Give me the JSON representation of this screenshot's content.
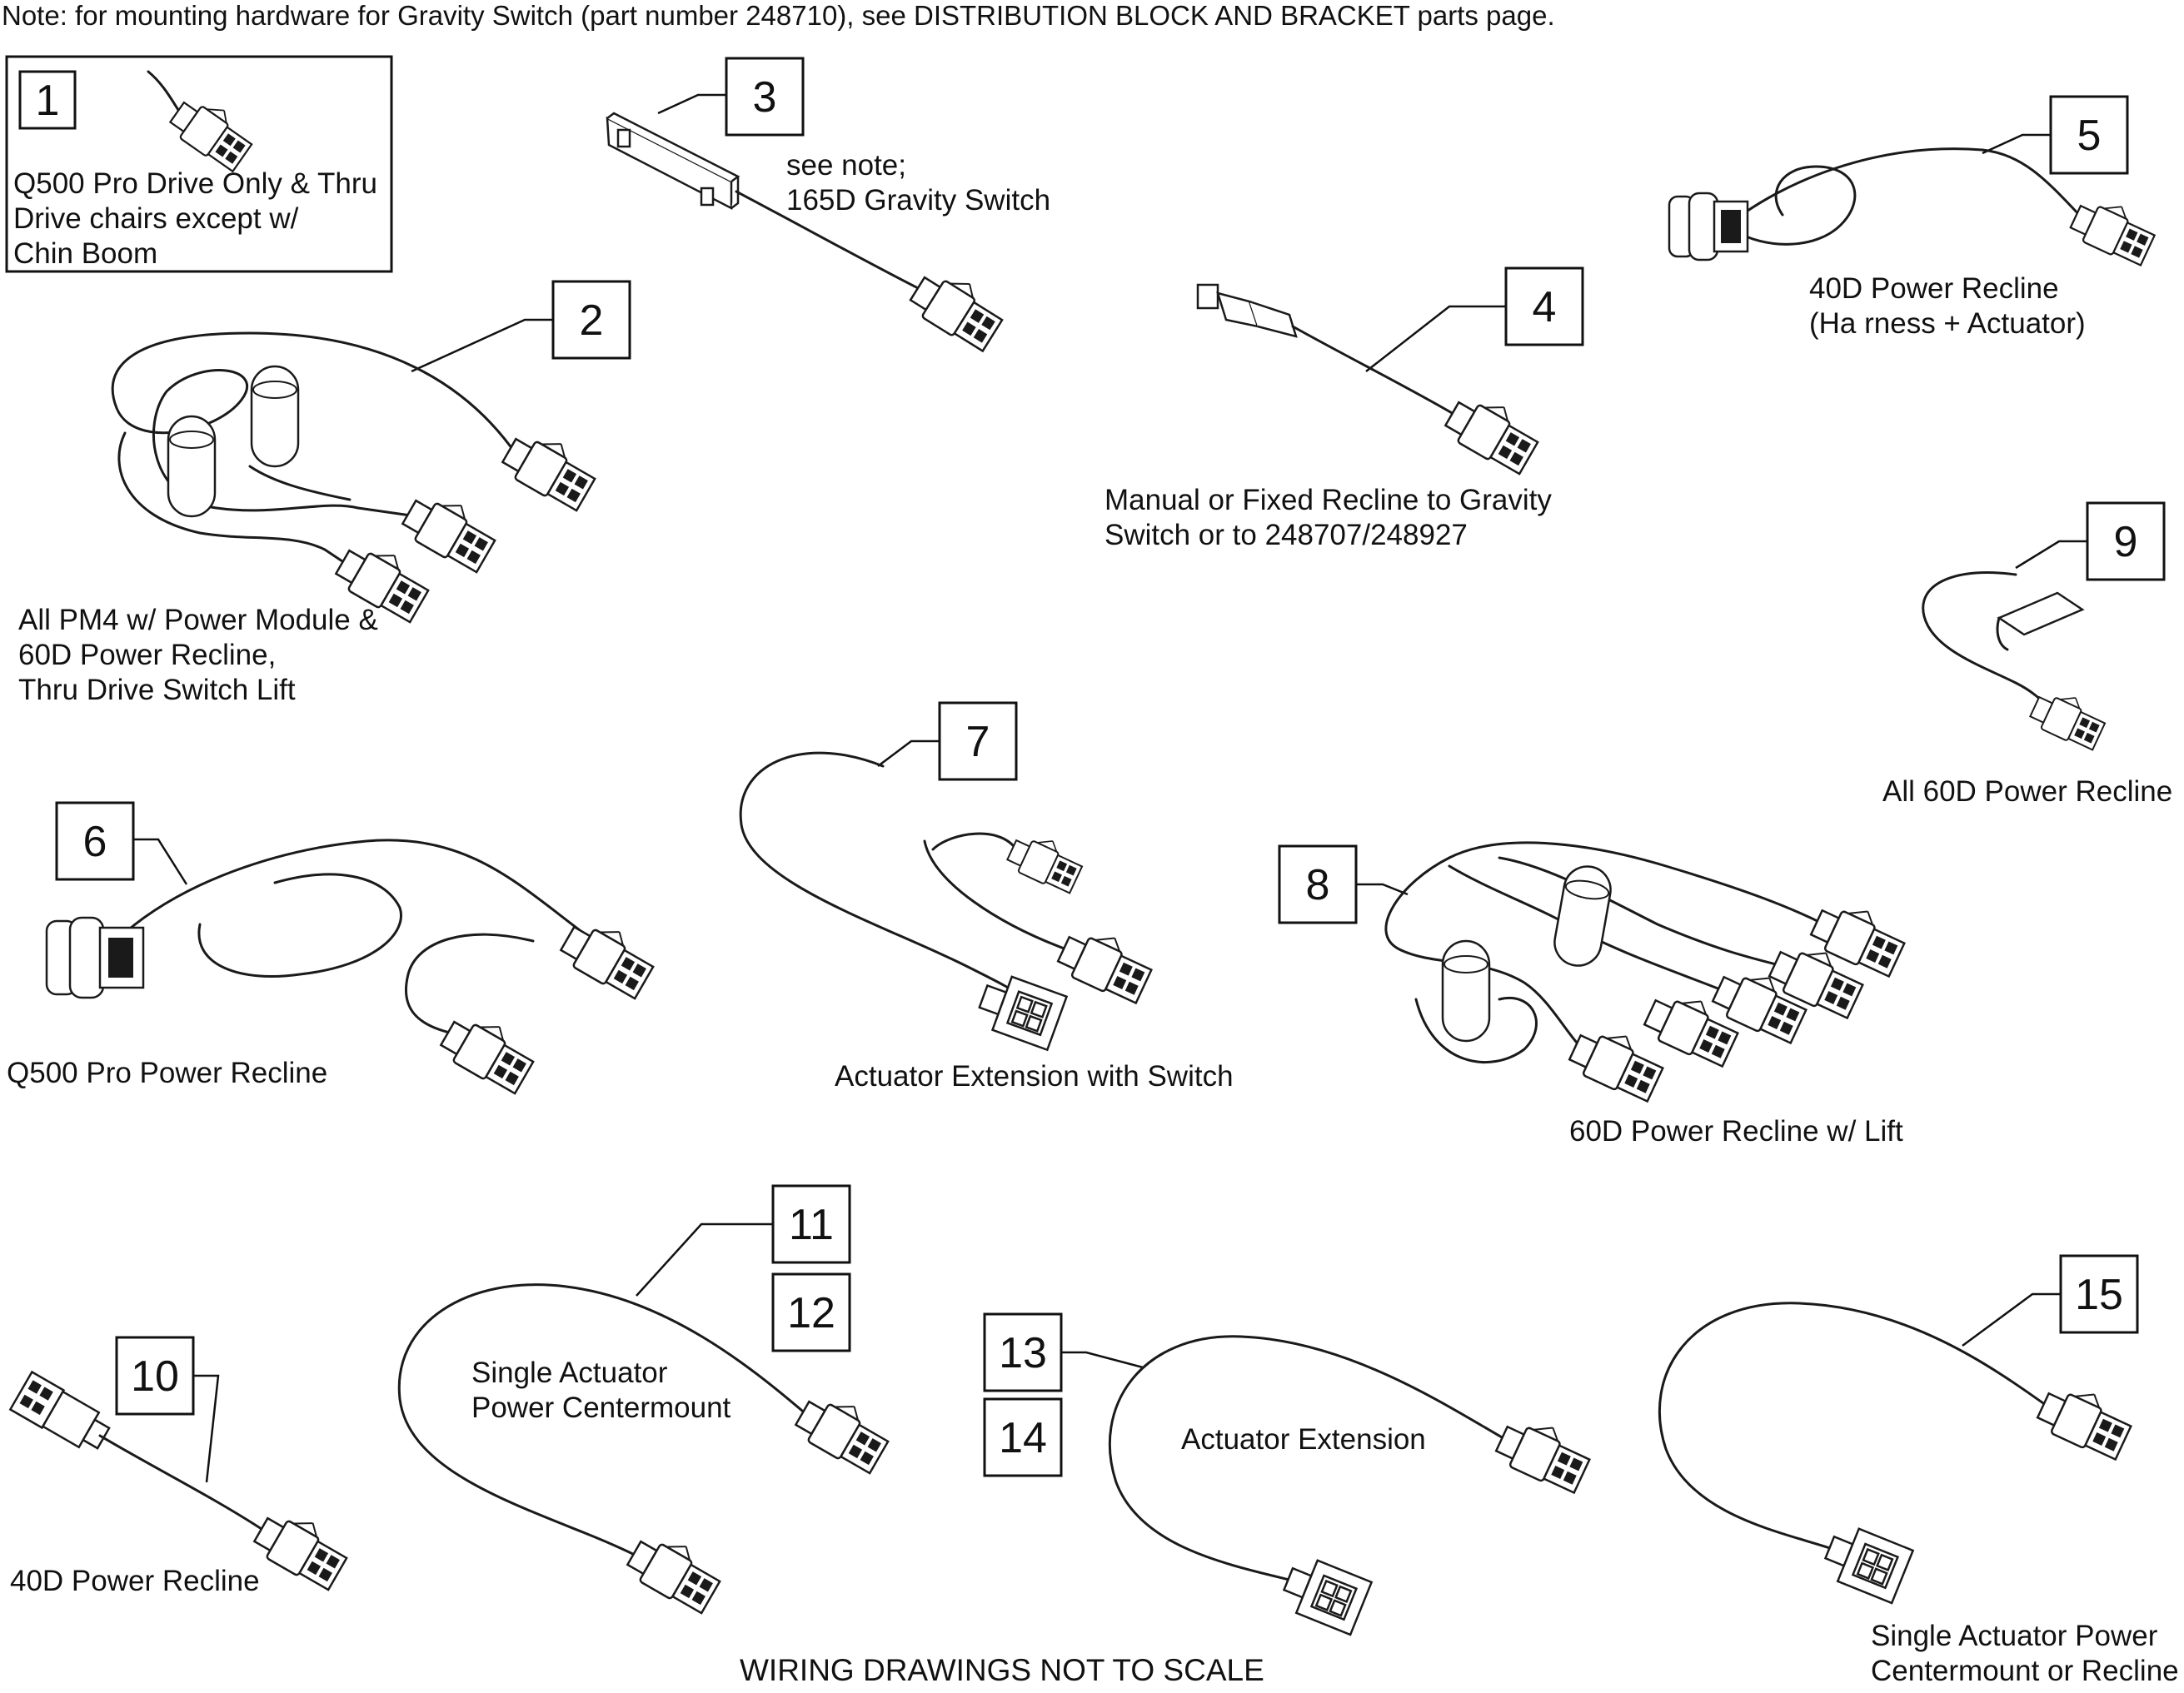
{
  "note": "Note: for mounting hardware for Gravity Switch (part number 248710), see DISTRIBUTION BLOCK AND BRACKET parts page.",
  "footer": "WIRING DRAWINGS NOT TO SCALE",
  "items": [
    {
      "number": "1",
      "label_lines": [
        "Q500 Pro Drive Only & Thru",
        "Drive chairs except w/",
        "Chin Boom"
      ]
    },
    {
      "number": "2",
      "label_lines": [
        "All PM4 w/ Power Module &",
        "60D Power Recline,",
        "Thru Drive Switch Lift"
      ]
    },
    {
      "number": "3",
      "label_lines": [
        "see note;",
        "165D Gravity Switch"
      ]
    },
    {
      "number": "4",
      "label_lines": [
        "Manual or Fixed Recline  to Gravity",
        "Switch or to 248707/248927"
      ]
    },
    {
      "number": "5",
      "label_lines": [
        "40D Power Recline",
        "(Ha rness + Actuator)"
      ]
    },
    {
      "number": "6",
      "label_lines": [
        "Q500 Pro Power Recline"
      ]
    },
    {
      "number": "7",
      "label_lines": [
        "Actuator Extension with Switch"
      ]
    },
    {
      "number": "8",
      "label_lines": [
        "60D Power Recline w/ Lift"
      ]
    },
    {
      "number": "9",
      "label_lines": [
        "All 60D Power Recline"
      ]
    },
    {
      "number": "10",
      "label_lines": [
        "40D Power Recline"
      ]
    },
    {
      "number": "11",
      "label_lines": [
        "Single Actuator",
        "Power Centermount"
      ]
    },
    {
      "number": "12",
      "label_lines": []
    },
    {
      "number": "13",
      "label_lines": [
        "Actuator Extension"
      ]
    },
    {
      "number": "14",
      "label_lines": []
    },
    {
      "number": "15",
      "label_lines": [
        "Single Actuator Power",
        "Centermount or Recline"
      ]
    }
  ]
}
